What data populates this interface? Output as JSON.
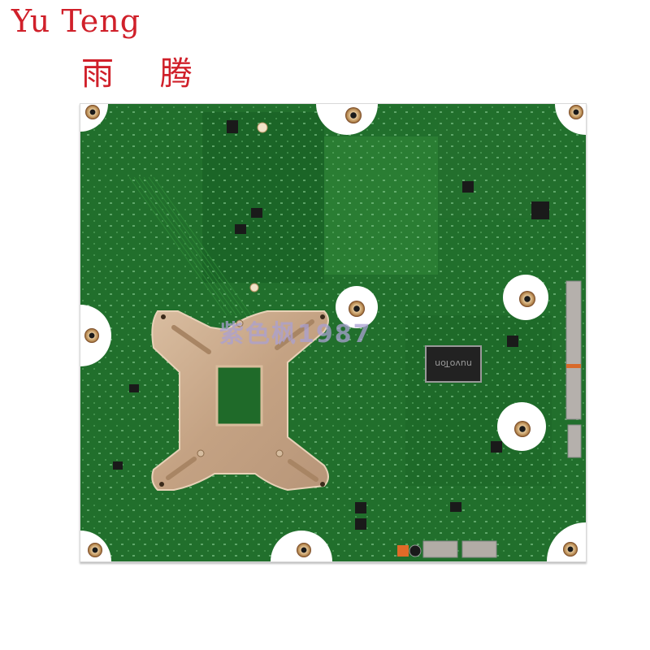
{
  "watermark_brand": {
    "english": "Yu Teng",
    "chinese": "雨 腾",
    "color": "#d0202a"
  },
  "photo": {
    "subject": "Motherboard (back side)",
    "board_color": "#1f6e2a",
    "backplate_color": "#c8a888",
    "background": "#ffffff"
  },
  "chip": {
    "label": "nuvoTon"
  },
  "overlay_watermark": {
    "text": "紫色枫1987"
  }
}
